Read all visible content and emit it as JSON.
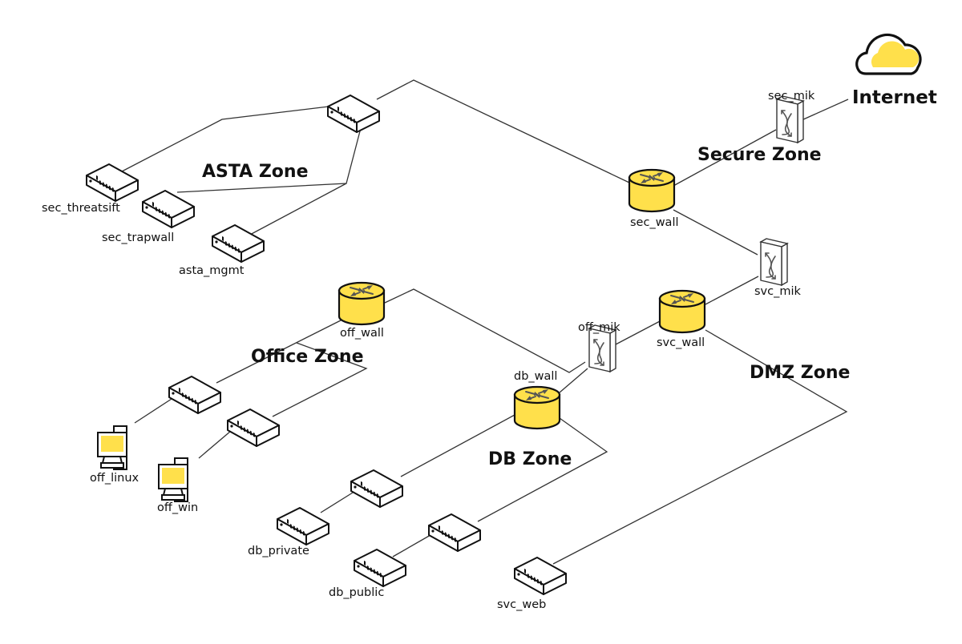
{
  "colors": {
    "accent_yellow": "#FFE04B",
    "line": "#333333",
    "outline": "#111111"
  },
  "internet": {
    "label": "Internet",
    "icon": "cloud-icon"
  },
  "zones": {
    "asta": "ASTA Zone",
    "secure": "Secure Zone",
    "office": "Office Zone",
    "db": "DB Zone",
    "dmz": "DMZ Zone"
  },
  "devices": {
    "sec_threatsift": "sec_threatsift",
    "sec_trapwall": "sec_trapwall",
    "asta_mgmt": "asta_mgmt",
    "sec_wall": "sec_wall",
    "sec_mik": "sec_mik",
    "svc_mik": "svc_mik",
    "svc_wall": "svc_wall",
    "off_wall": "off_wall",
    "off_mik": "off_mik",
    "db_wall": "db_wall",
    "off_linux": "off_linux",
    "off_win": "off_win",
    "db_private": "db_private",
    "db_public": "db_public",
    "svc_web": "svc_web"
  },
  "icons": {
    "firewall": "firewall-router-icon",
    "switch": "layer3-switch-icon",
    "server": "server-box-icon",
    "workstation": "workstation-icon"
  }
}
